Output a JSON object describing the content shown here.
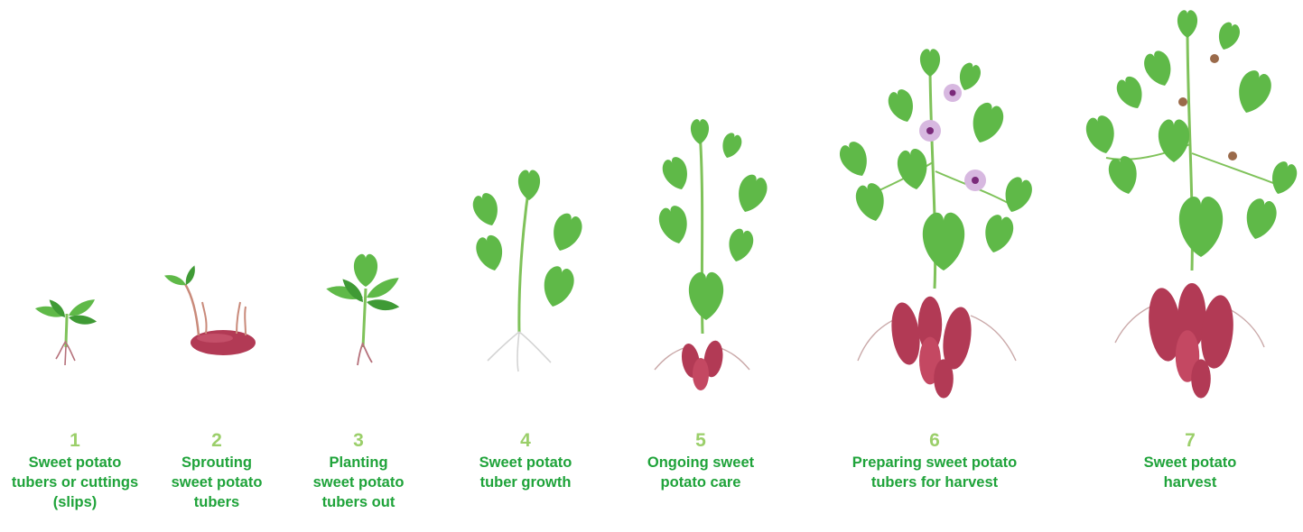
{
  "colors": {
    "leaf": "#5fb948",
    "leaf_dark": "#3f9a35",
    "stem": "#7fc25a",
    "tuber": "#b23a55",
    "tuber_light": "#d15d77",
    "root": "#caa9a9",
    "flower": "#d7b8e0",
    "flower_center": "#7a2a7a",
    "number": "#9bcf6a",
    "label": "#1fa33a"
  },
  "stages": [
    {
      "number": "1",
      "label": "Sweet potato\ntubers or cuttings\n(slips)",
      "icon": "seedling-icon"
    },
    {
      "number": "2",
      "label": "Sprouting\nsweet potato\ntubers",
      "icon": "sprouting-tuber-icon"
    },
    {
      "number": "3",
      "label": "Planting\nsweet potato\ntubers out",
      "icon": "young-plant-icon"
    },
    {
      "number": "4",
      "label": "Sweet potato\ntuber growth",
      "icon": "growing-plant-icon"
    },
    {
      "number": "5",
      "label": "Ongoing sweet\npotato care",
      "icon": "plant-with-tubers-icon"
    },
    {
      "number": "6",
      "label": "Preparing sweet potato\ntubers for harvest",
      "icon": "flowering-plant-icon"
    },
    {
      "number": "7",
      "label": "Sweet potato\nharvest",
      "icon": "mature-plant-icon"
    }
  ]
}
